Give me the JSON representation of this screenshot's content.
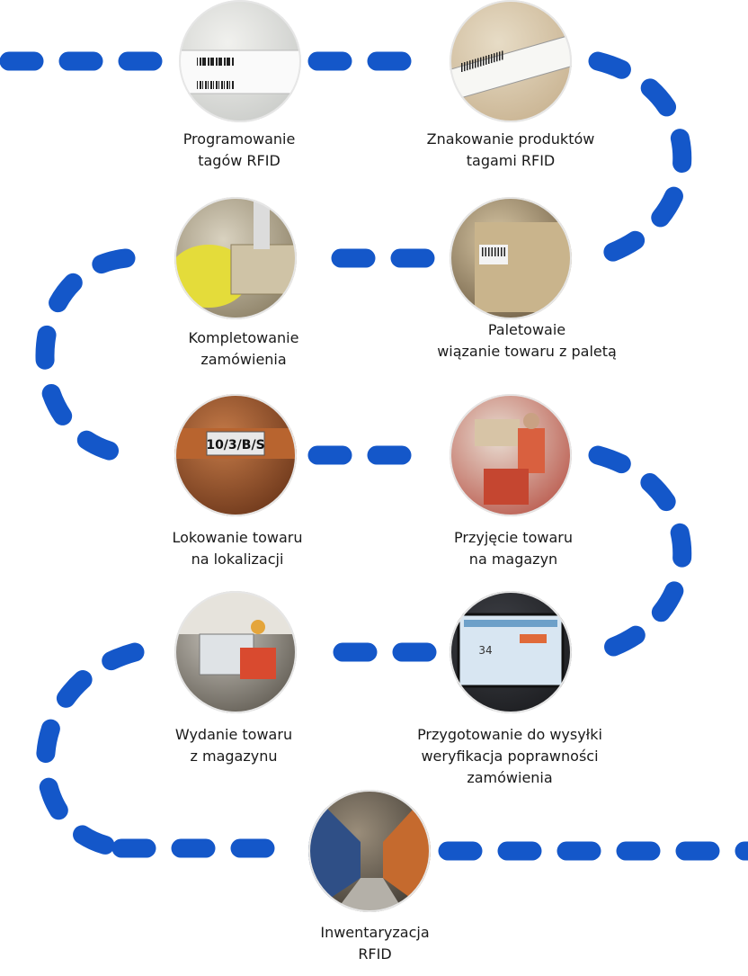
{
  "colors": {
    "path": "#1457c9",
    "text": "#1a1a1a",
    "photo_ring": "#e6e6e6"
  },
  "steps": [
    {
      "id": "s1",
      "lines": [
        "Programowanie",
        "tagów RFID"
      ],
      "photo": "rfid-label-sheet",
      "tone": [
        "#f1f1ee",
        "#c9cbc8"
      ]
    },
    {
      "id": "s2",
      "lines": [
        "Znakowanie produktów",
        "tagami RFID"
      ],
      "photo": "labeled-carton-box",
      "tone": [
        "#e7dcc6",
        "#c8b290"
      ]
    },
    {
      "id": "s3",
      "lines": [
        "Kompletowanie",
        "zamówienia"
      ],
      "photo": "pallet-wrapper-machine",
      "tone": [
        "#d9d2c0",
        "#8a7e63"
      ]
    },
    {
      "id": "s4",
      "lines": [
        "Paletowaie",
        "wiązanie towaru z paletą"
      ],
      "photo": "pallet-label-box",
      "tone": [
        "#d8c7a5",
        "#6e5d43"
      ]
    },
    {
      "id": "s5",
      "lines": [
        "Lokowanie towaru",
        "na lokalizacji"
      ],
      "photo": "shelf-location-tag",
      "tone": [
        "#c47a48",
        "#6a3519"
      ],
      "tag_text": "10/3/B/S"
    },
    {
      "id": "s6",
      "lines": [
        "Przyjęcie towaru",
        "na magazyn"
      ],
      "photo": "worker-pallet-truck",
      "tone": [
        "#e8ddd2",
        "#b9574a"
      ]
    },
    {
      "id": "s7",
      "lines": [
        "Wydanie towaru",
        "z magazynu"
      ],
      "photo": "warehouse-dock-truck",
      "tone": [
        "#c9c5bd",
        "#5f5a51"
      ]
    },
    {
      "id": "s8",
      "lines": [
        "Przygotowanie do wysyłki",
        "weryfikacja poprawności",
        "zamówienia"
      ],
      "photo": "terminal-screen",
      "tone": [
        "#3f4147",
        "#1b1c1f"
      ],
      "screen_text": "34"
    },
    {
      "id": "s9",
      "lines": [
        "Inwentaryzacja",
        "RFID"
      ],
      "photo": "warehouse-aisle",
      "tone": [
        "#9a8d7a",
        "#3f3a33"
      ]
    }
  ]
}
